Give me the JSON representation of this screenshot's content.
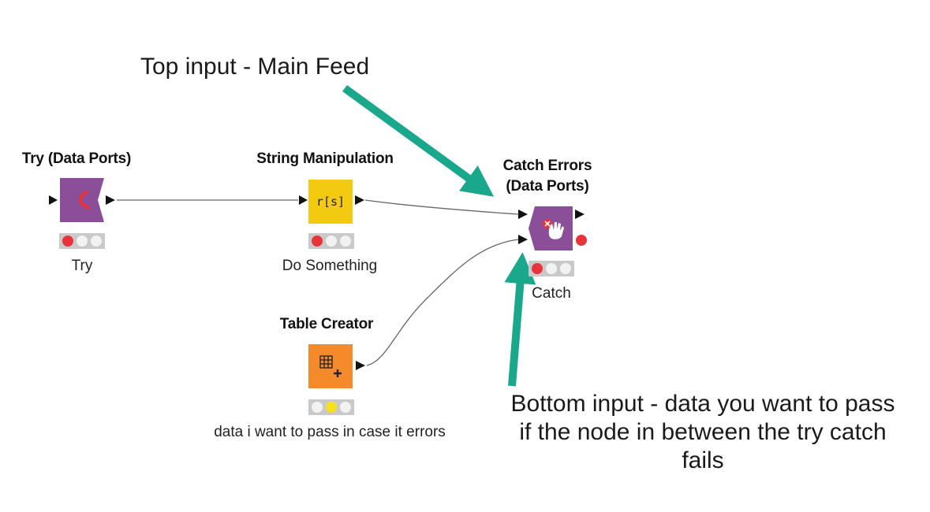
{
  "nodes": {
    "try": {
      "title": "Try (Data Ports)",
      "label": "Try",
      "color": "#8b4f9a",
      "status": "red"
    },
    "string_manipulation": {
      "title": "String Manipulation",
      "label": "Do Something",
      "icon_text": "r[s]",
      "color": "#f2cb11",
      "status": "red"
    },
    "catch": {
      "title_line1": "Catch Errors",
      "title_line2": "(Data Ports)",
      "label": "Catch",
      "color": "#8b4f9a",
      "status": "red"
    },
    "table_creator": {
      "title": "Table Creator",
      "label": "data i want to pass in case it errors",
      "color": "#f58a2a",
      "status": "yellow"
    }
  },
  "annotations": {
    "top": "Top input - Main Feed",
    "bottom_line1": "Bottom input - data you want to pass",
    "bottom_line2": "if the node in between the try catch",
    "bottom_line3": "fails"
  },
  "colors": {
    "arrow": "#1aa88c",
    "status_red": "#e8333a",
    "status_yellow": "#f5e21a",
    "wire": "#666666"
  }
}
